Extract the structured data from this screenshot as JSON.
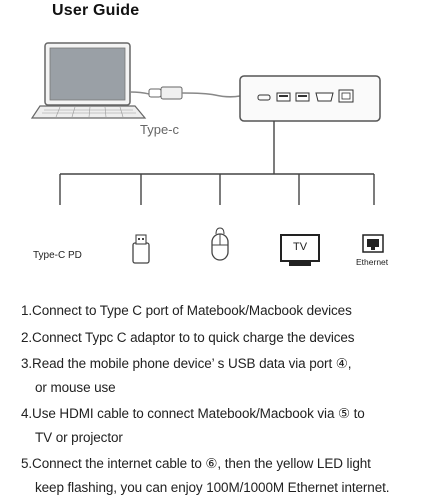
{
  "guide": {
    "title": "User Guide",
    "cable_label": "Type-c",
    "ports": {
      "pd": "Type-C PD",
      "tv": "TV",
      "ethernet": "Ethernet"
    }
  },
  "instructions": [
    "1.Connect  to Type C port of Matebook/Macbook devices",
    "2.Connect Typc C adaptor to  to quick charge the devices",
    "3.Read the mobile phone device’ s USB data via port  ④,",
    "or mouse use",
    "4.Use HDMI cable to connect Matebook/Macbook via ⑤ to",
    "TV or projector",
    "5.Connect the internet cable to ⑥, then the yellow LED light",
    "keep flashing, you can enjoy 100M/1000M Ethernet internet."
  ]
}
